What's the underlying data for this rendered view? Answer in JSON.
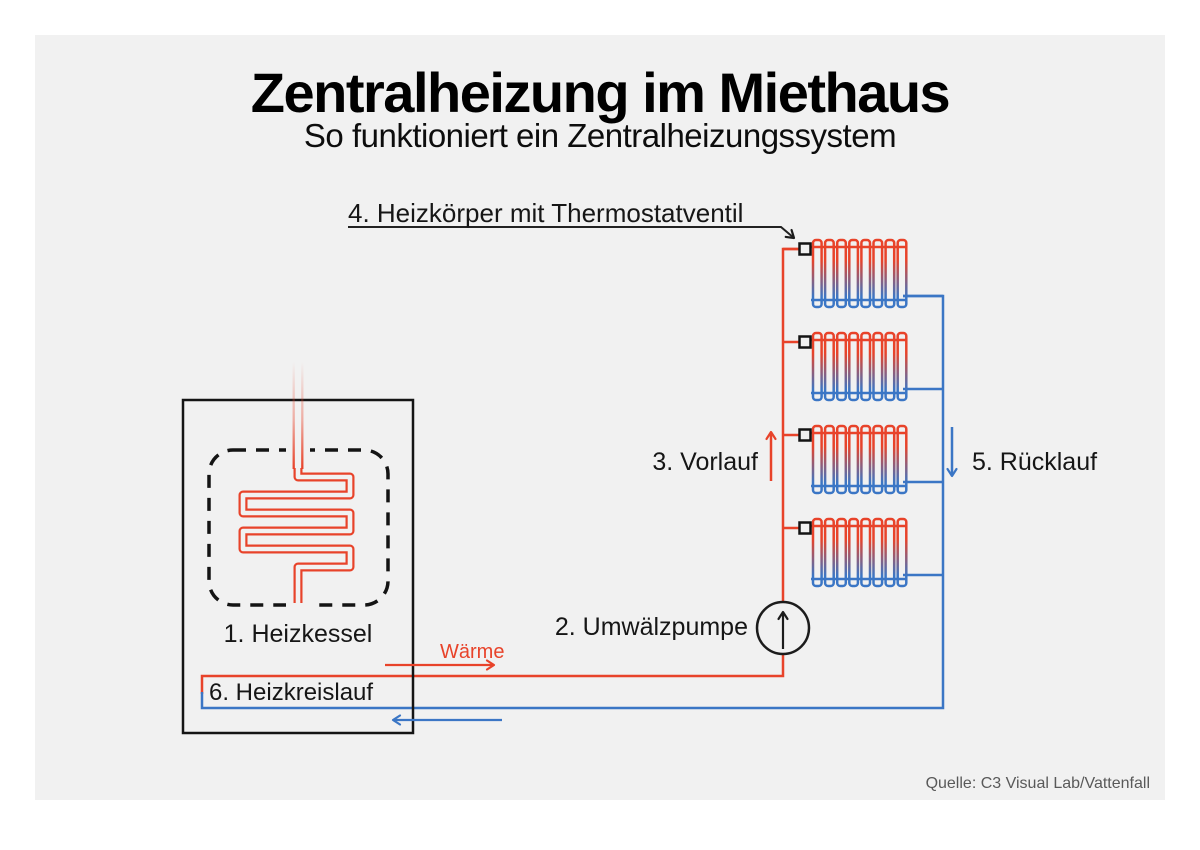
{
  "header": {
    "title": "Zentralheizung im Miethaus",
    "subtitle": "So funktioniert ein Zentralheizungssystem"
  },
  "labels": {
    "boiler": "1. Heizkessel",
    "pump": "2. Umwälzpumpe",
    "supply": "3. Vorlauf",
    "radiator": "4. Heizkörper mit Thermostatventil",
    "return": "5. Rücklauf",
    "circuit": "6. Heizkreislauf",
    "heat": "Wärme"
  },
  "footer": {
    "source": "Quelle: C3 Visual Lab/Vattenfall"
  },
  "icons": {
    "pump": "pump-circle-up-arrow-icon",
    "valve": "thermostat-valve-icon",
    "supply_arrow": "up-arrow-icon",
    "return_arrow": "down-arrow-icon",
    "heat_arrow": "right-arrow-icon",
    "return_flow_arrow": "left-arrow-icon"
  },
  "colors": {
    "hot": "#e8432a",
    "cold": "#3b76c5",
    "ink": "#141414",
    "canvas_bg": "#f1f1f1",
    "page_bg": "#ffffff",
    "source_text": "#595959"
  }
}
